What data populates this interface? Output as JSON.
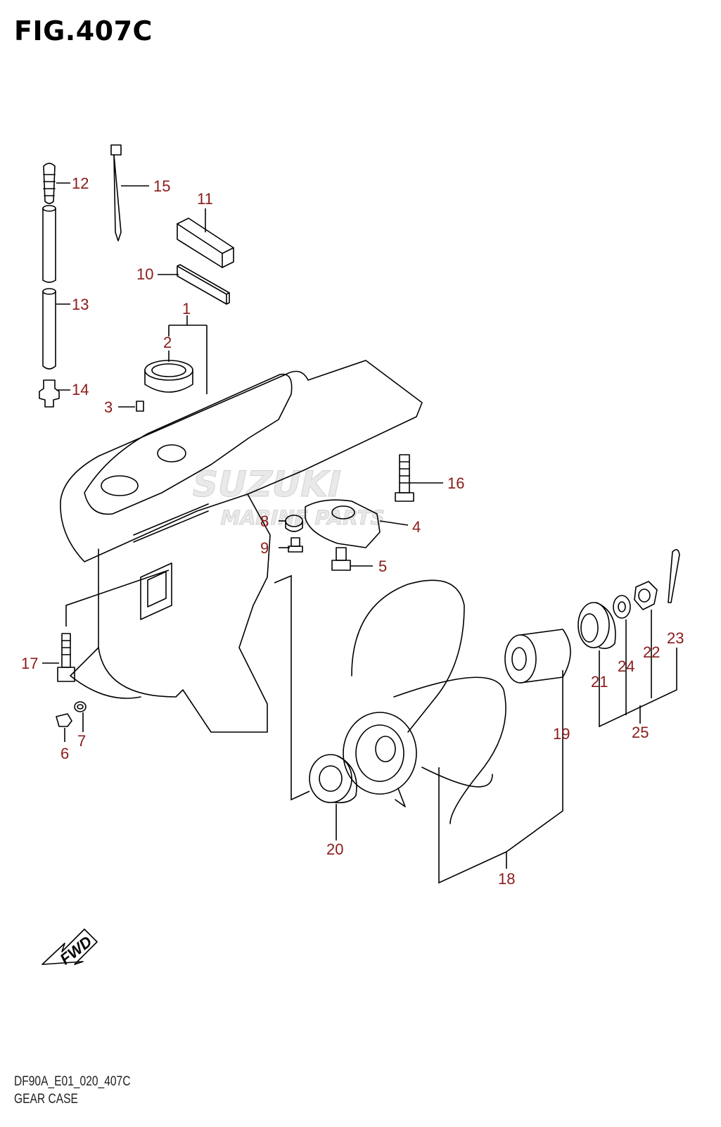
{
  "figure": {
    "title": "FIG.407C",
    "model_code": "DF90A_E01_020_407C",
    "section_name": "GEAR CASE"
  },
  "watermark": {
    "brand": "SUZUKI",
    "subtitle": "MARINE PARTS"
  },
  "direction_arrow": {
    "label": "FWD"
  },
  "callouts": [
    "1",
    "2",
    "3",
    "4",
    "5",
    "6",
    "7",
    "8",
    "9",
    "10",
    "11",
    "12",
    "13",
    "14",
    "15",
    "16",
    "17",
    "18",
    "19",
    "20",
    "21",
    "22",
    "23",
    "24",
    "25"
  ],
  "colors": {
    "callout": "#8b1a1a",
    "line": "#000000",
    "watermark": "#d9d9d9"
  }
}
